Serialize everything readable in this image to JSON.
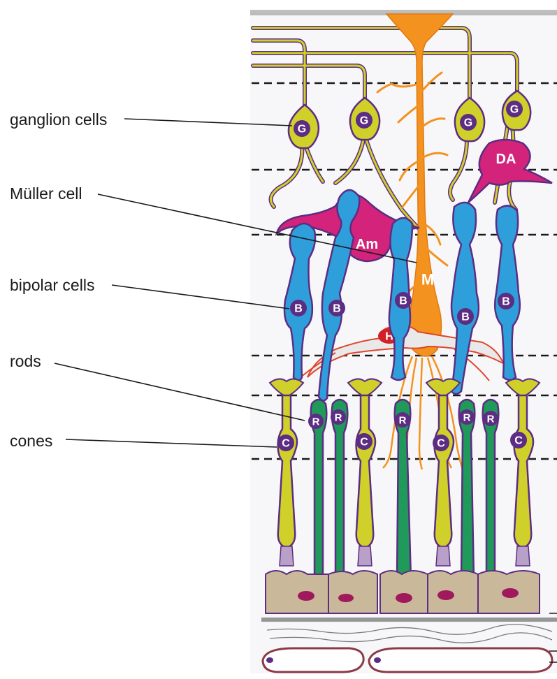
{
  "labels": {
    "ganglion": "ganglion cells",
    "muller": "Müller cell",
    "bipolar": "bipolar cells",
    "rods": "rods",
    "cones": "cones"
  },
  "cell_letters": {
    "ganglion": "G",
    "dopaminergic_amacrine": "DA",
    "amacrine": "Am",
    "muller": "M",
    "bipolar": "B",
    "horizontal": "H",
    "rod": "R",
    "cone": "C"
  },
  "colors": {
    "ganglion": "#cfd12a",
    "bipolar": "#2f9fdc",
    "rod": "#1f9a5a",
    "cone": "#cfd12a",
    "muller": "#f3921e",
    "amacrine": "#d4237a",
    "horizontal": "#e9e9ea",
    "horizontal_edge": "#e0452a",
    "outline": "#5c2d82",
    "rpe": "#c9b89a",
    "rpe_nucleus": "#a0195c",
    "background": "#f7f7fa"
  }
}
